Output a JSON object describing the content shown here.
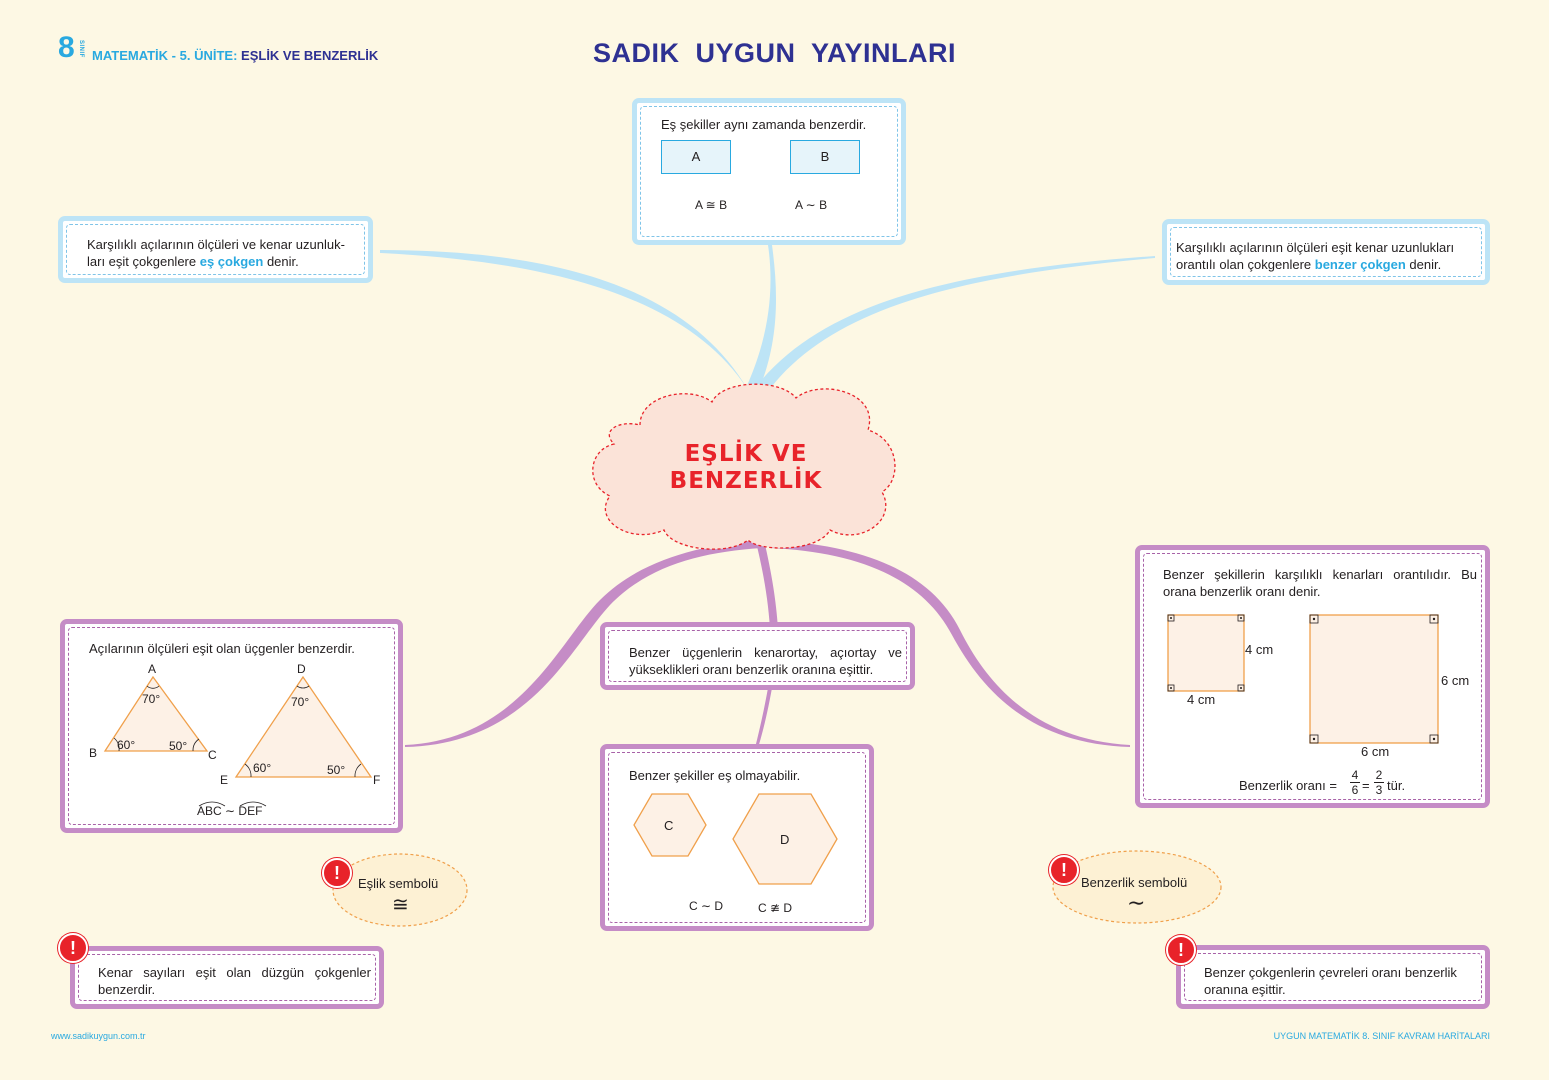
{
  "header": {
    "grade": "8",
    "grade_suffix": "SINIF",
    "course": "MATEMATİK - 5. ÜNİTE:",
    "unit": "EŞLİK VE BENZERLİK",
    "publisher": "SADIK  UYGUN  YAYINLARI"
  },
  "center": {
    "line1": "EŞLİK VE",
    "line2": "BENZERLİK"
  },
  "top_box": {
    "text": "Eş şekiller aynı zamanda benzerdir.",
    "rect_a": "A",
    "rect_b": "B",
    "congruent": "A ≅ B",
    "similar": "A ∼ B"
  },
  "left_def": {
    "line1": "Karşılıklı açılarının ölçüleri ve kenar uzunluk-",
    "line2_pre": "ları eşit çokgenlere ",
    "highlight": "eş çokgen",
    "line2_post": " denir."
  },
  "right_def": {
    "line1": "Karşılıklı açılarının ölçüleri eşit kenar uzunlukları",
    "line2_pre": "orantılı olan çokgenlere ",
    "highlight": "benzer çokgen",
    "line2_post": " denir."
  },
  "triangles_box": {
    "text": "Açılarının ölçüleri eşit olan üçgenler benzerdir.",
    "small": {
      "A": "A",
      "B": "B",
      "C": "C",
      "angle_top": "70°",
      "angle_left": "60°",
      "angle_right": "50°"
    },
    "large": {
      "D": "D",
      "E": "E",
      "F": "F",
      "angle_top": "70°",
      "angle_left": "60°",
      "angle_right": "50°"
    },
    "relation_left": "ABC",
    "relation_sym": " ∼ ",
    "relation_right": "DEF"
  },
  "median_box": {
    "line1": "Benzer üçgenlerin kenarortay, açıortay ve",
    "line2": "yükseklikleri oranı benzerlik oranına eşittir."
  },
  "hex_box": {
    "text": "Benzer şekiller eş olmayabilir.",
    "hex_c": "C",
    "hex_d": "D",
    "similar": "C ∼ D",
    "not_congruent": "C ≇ D"
  },
  "ratio_box": {
    "line1": "Benzer şekillerin karşılıklı kenarları orantılıdır. Bu",
    "line2": "orana benzerlik oranı denir.",
    "small_side_right": "4 cm",
    "small_side_bottom": "4 cm",
    "large_side_right": "6 cm",
    "large_side_bottom": "6 cm",
    "ratio_label": "Benzerlik oranı =",
    "frac1_num": "4",
    "frac1_den": "6",
    "eq": "=",
    "frac2_num": "2",
    "frac2_den": "3",
    "suffix": "tür."
  },
  "congruence_symbol": {
    "label": "Eşlik sembolü",
    "symbol": "≅",
    "warn": "!"
  },
  "similarity_symbol": {
    "label": "Benzerlik sembolü",
    "symbol": "∼",
    "warn": "!"
  },
  "note_left": {
    "line1": "Kenar sayıları eşit olan düzgün çokgenler",
    "line2": "benzerdir.",
    "warn": "!"
  },
  "note_right": {
    "line1": "Benzer çokgenlerin çevreleri oranı benzerlik",
    "line2": "oranına eşittir.",
    "warn": "!"
  },
  "footer": {
    "left": "www.sadikuygun.com.tr",
    "right": "UYGUN MATEMATİK 8. SINIF KAVRAM HARİTALARI"
  },
  "colors": {
    "background": "#fdf8e4",
    "blue": "#29a9e0",
    "navy": "#2e3192",
    "red": "#e8232a",
    "purple": "#c58cc6",
    "light_blue": "#bde4f6",
    "cloud": "#fbe3d8",
    "shape_orange": "#f0a04b"
  }
}
